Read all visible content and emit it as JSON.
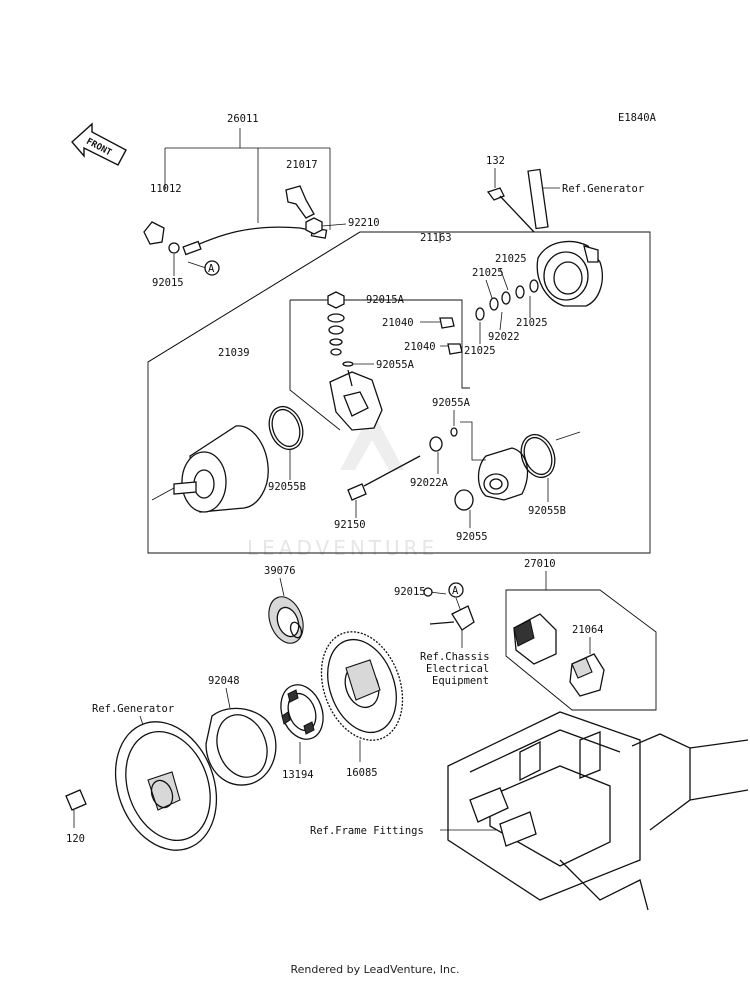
{
  "diagram_code": "E1840A",
  "front_label": "FRONT",
  "watermark": "LEADVENTURE",
  "footer": "Rendered by LeadVenture, Inc.",
  "labels": {
    "p26011": "26011",
    "p11012": "11012",
    "p21017": "21017",
    "p92210": "92210",
    "p92015_top": "92015",
    "callout_a": "A",
    "p21163": "21163",
    "p132": "132",
    "ref_generator_top": "Ref.Generator",
    "p21025_a": "21025",
    "p21025_b": "21025",
    "p21025_c": "21025",
    "p21025_d": "21025",
    "p92022": "92022",
    "p92015a": "92015A",
    "p21040_a": "21040",
    "p21040_b": "21040",
    "p21039": "21039",
    "p92055a_top": "92055A",
    "p92055a_mid": "92055A",
    "p92022a": "92022A",
    "p92055b_left": "92055B",
    "p92055b_right": "92055B",
    "p92150": "92150",
    "p92055": "92055",
    "p39076": "39076",
    "p92015_mid": "92015",
    "p27010": "27010",
    "p21064": "21064",
    "ref_chassis_1": "Ref.Chassis",
    "ref_chassis_2": "Electrical",
    "ref_chassis_3": "Equipment",
    "p92048": "92048",
    "ref_generator_bottom": "Ref.Generator",
    "p13194": "13194",
    "p16085": "16085",
    "p120": "120",
    "ref_frame": "Ref.Frame Fittings"
  }
}
